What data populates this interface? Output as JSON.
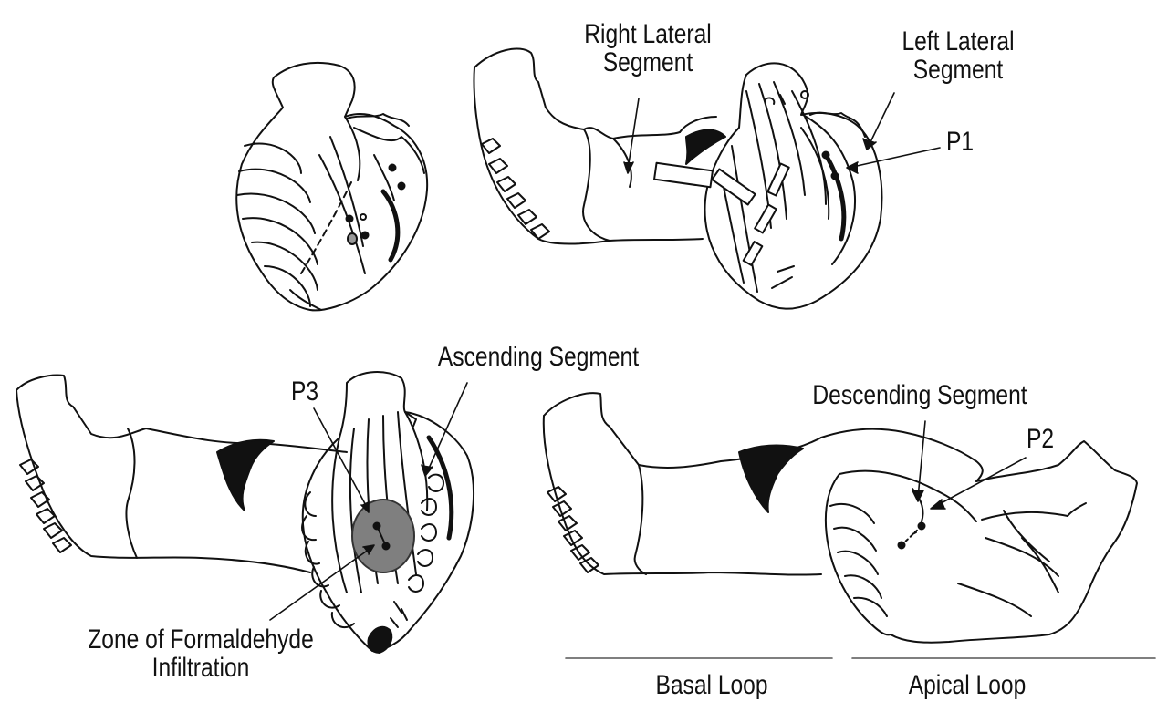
{
  "labels": {
    "right_lateral_line1": "Right Lateral",
    "right_lateral_line2": "Segment",
    "left_lateral_line1": "Left Lateral",
    "left_lateral_line2": "Segment",
    "p1": "P1",
    "ascending": "Ascending Segment",
    "p3": "P3",
    "zone_line1": "Zone of Formaldehyde",
    "zone_line2": "Infiltration",
    "descending": "Descending Segment",
    "p2": "P2",
    "basal_loop": "Basal Loop",
    "apical_loop": "Apical Loop"
  },
  "colors": {
    "ink": "#111111",
    "zone_fill": "#7f7f7f",
    "background": "#ffffff"
  }
}
